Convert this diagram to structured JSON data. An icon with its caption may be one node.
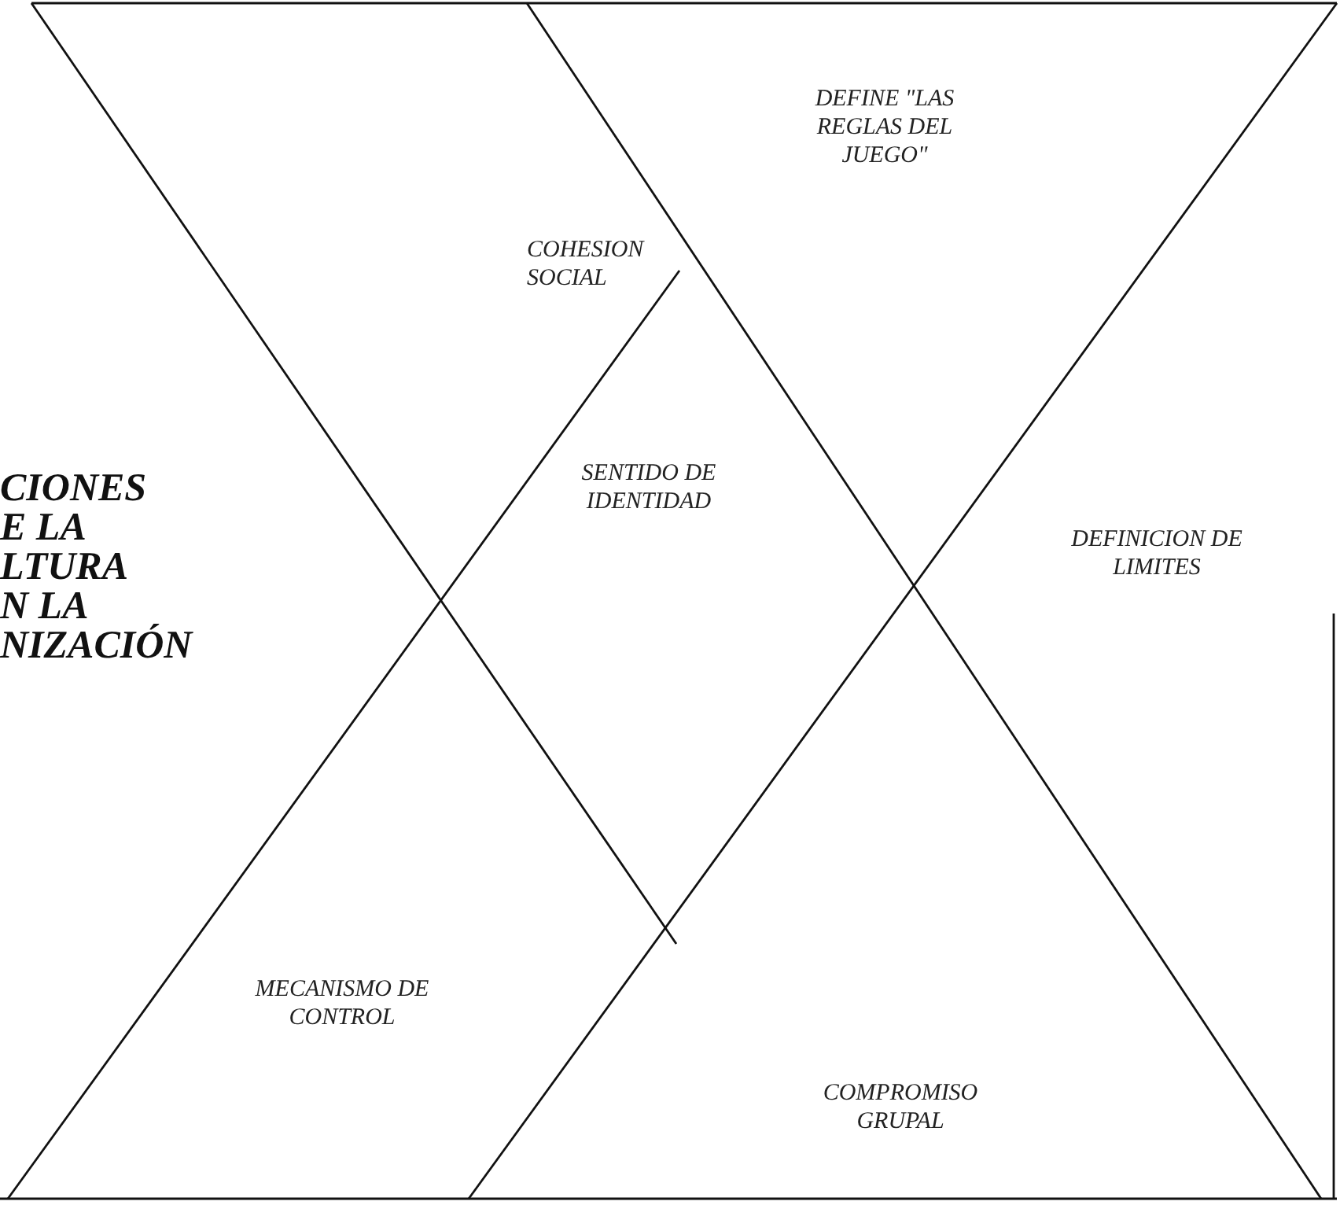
{
  "diagram": {
    "labels": [
      "DEFINE \"LAS REGLAS DEL JUEGO\"",
      "COHESION SOCIAL",
      "CIONES",
      "E LA",
      "LTURA",
      "N LA",
      "NIZACIÓN",
      "SENTIDO DE IDENTIDAD",
      "DEFINICION DE LIMITES",
      "MECANISMO DE CONTROL",
      "COMPROMISO GRUPAL"
    ]
  }
}
